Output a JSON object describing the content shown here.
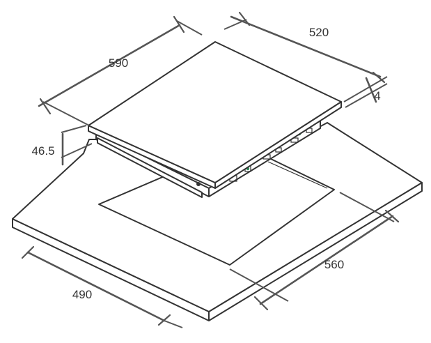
{
  "dimensions": {
    "hob_depth": "590",
    "hob_width": "520",
    "glass_thickness": "4",
    "hob_height": "46.5",
    "cutout_depth": "490",
    "cutout_width": "560"
  },
  "colors": {
    "line": "#333333",
    "dimension_line": "#555555",
    "connector_green": "#2e8b57"
  }
}
